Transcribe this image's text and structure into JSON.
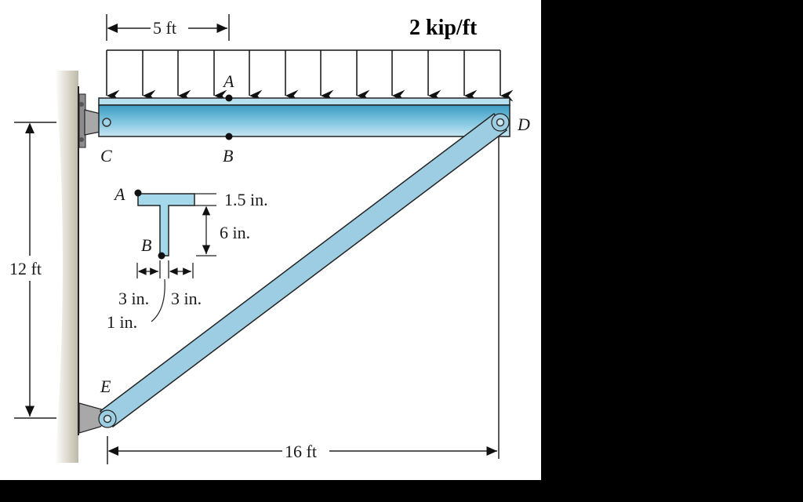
{
  "diagram": {
    "load_label": "2 kip/ft",
    "dim_top": "5 ft",
    "dim_bottom": "16 ft",
    "dim_left": "12 ft",
    "points": {
      "A": "A",
      "B": "B",
      "C": "C",
      "D": "D",
      "E": "E"
    },
    "section": {
      "point_a": "A",
      "point_b": "B",
      "flange_thickness": "1.5 in.",
      "web_depth": "6 in.",
      "flange_left": "3 in.",
      "flange_right": "3 in.",
      "web_thickness": "1 in."
    },
    "colors": {
      "member_blue": "#8ecbe2",
      "member_dark": "#4aa6c8",
      "support_gray": "#a8a8a8",
      "background": "#ffffff",
      "frame": "#000000"
    }
  }
}
